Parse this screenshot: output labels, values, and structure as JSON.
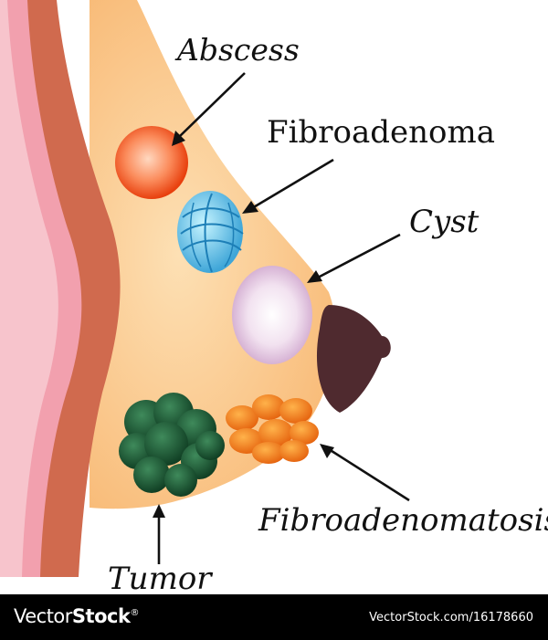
{
  "labels": {
    "abscess": "Abscess",
    "fibroadenoma": "Fibroadenoma",
    "cyst": "Cyst",
    "fibroadenomatosis": "Fibroadenomatosis",
    "tumor": "Tumor"
  },
  "footer": {
    "brand_light": "Vector",
    "brand_bold": "Stock",
    "brand_mark": "®",
    "url": "VectorStock.com/16178660"
  },
  "colors": {
    "breast_tissue": "#fbc98a",
    "skin_pink": "#f2a0ae",
    "muscle": "#d06a4e",
    "nipple": "#4f2a2f",
    "abscess": "#f2541b",
    "fibroadenoma": "#7fd6ea",
    "cyst": "#dcb8d8",
    "tumor": "#1e5a34",
    "fibroadenomatosis": "#f07a18",
    "footer_bg": "#000000"
  },
  "icons": [
    "arrow-icon"
  ]
}
